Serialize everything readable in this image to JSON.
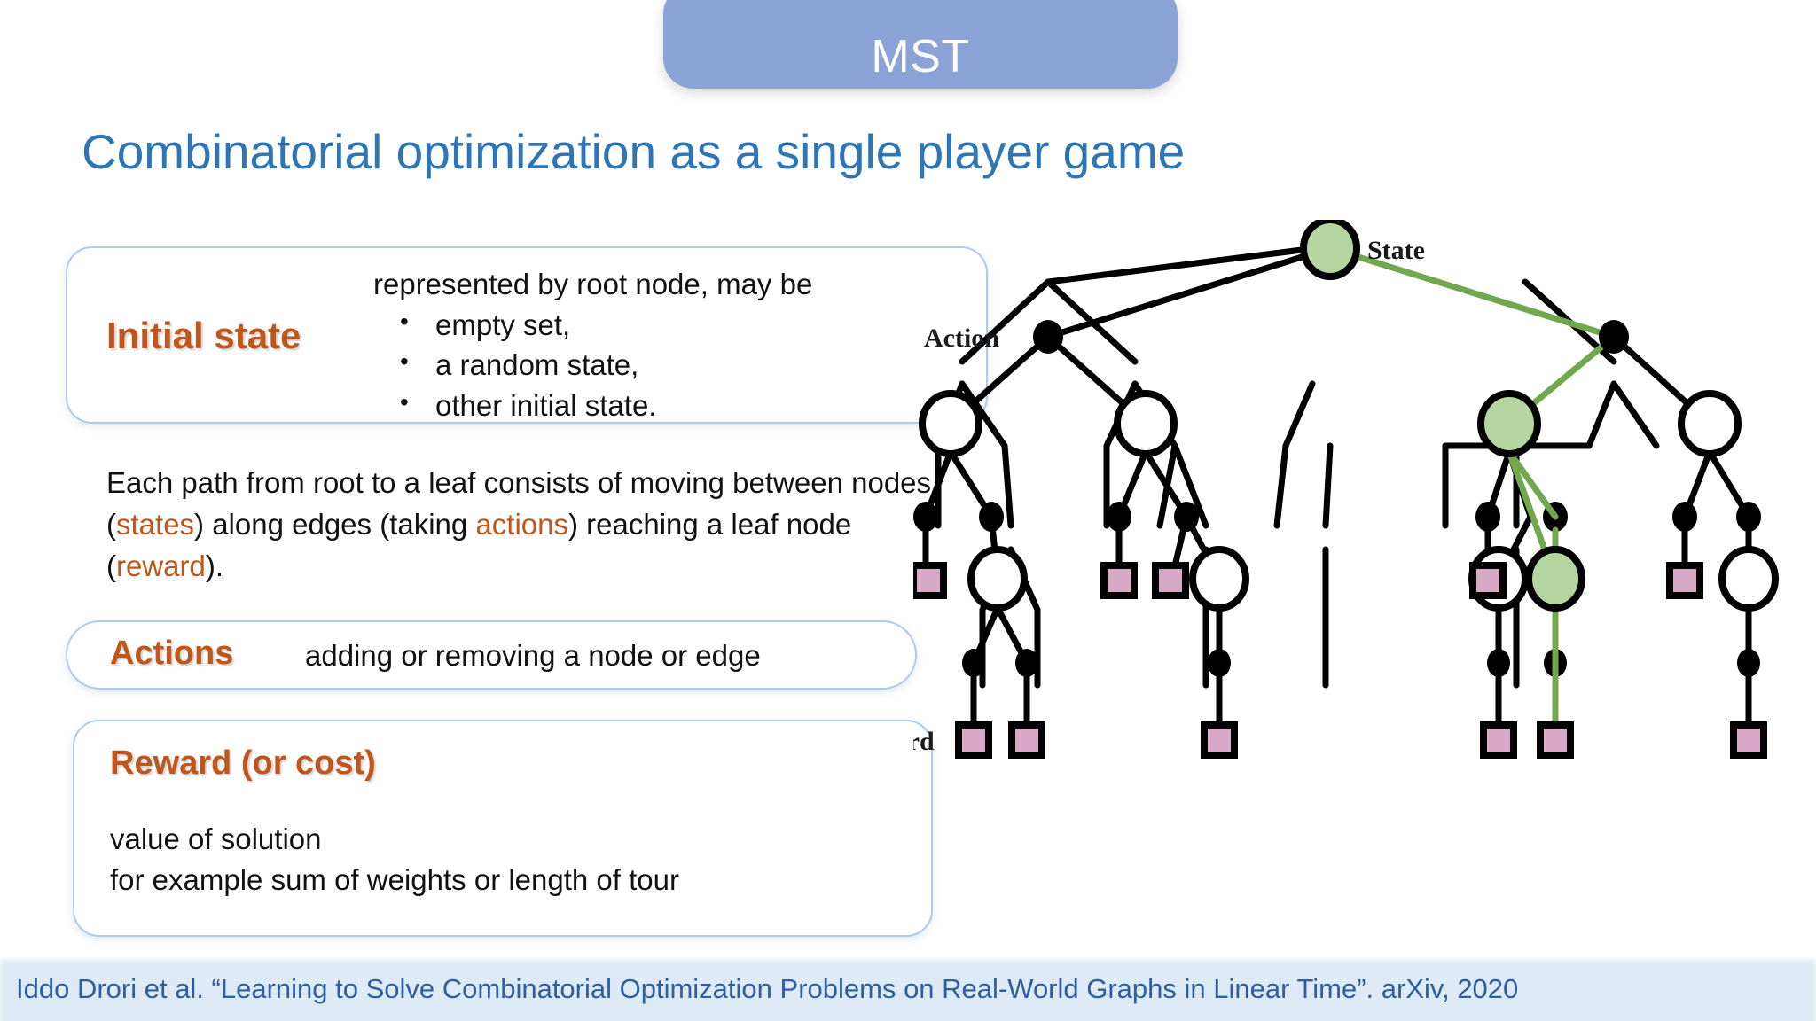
{
  "header": {
    "tab_label": "MST"
  },
  "title": "Combinatorial optimization as a single player game",
  "initial_state": {
    "label": "Initial state",
    "lead": "represented by root node, may be",
    "bullets": [
      "empty set,",
      "a random state,",
      "other initial state."
    ]
  },
  "path_paragraph": {
    "seg1": "Each path from root to a leaf consists of moving between nodes (",
    "states": "states",
    "seg2": ") along edges (taking ",
    "actions": "actions",
    "seg3": ") reaching a leaf node (",
    "reward": "reward",
    "seg4": ")."
  },
  "actions": {
    "label": "Actions",
    "body": "adding or removing a node or edge"
  },
  "reward": {
    "label": "Reward (or cost)",
    "line1": "value of solution",
    "line2": "for example sum of weights or length of tour"
  },
  "diagram": {
    "state_label": "State",
    "action_label": "Action",
    "reward_label": "Reward",
    "colors": {
      "highlight_path": "#71A84E",
      "state_fill": "#B5D6A0",
      "reward_fill": "#D9A8C6",
      "stroke": "#000000"
    }
  },
  "footer": {
    "citation": "Iddo Drori et al. “Learning to Solve Combinatorial Optimization Problems on Real-World Graphs in Linear Time”. arXiv, 2020"
  },
  "theme": {
    "tab_blue": "#8CA3D8",
    "title_blue": "#2E75B6",
    "orange": "#C0561C",
    "box_border": "#AFCBE8",
    "footer_band": "#DEEAF6",
    "footer_text": "#2E5FA3"
  }
}
